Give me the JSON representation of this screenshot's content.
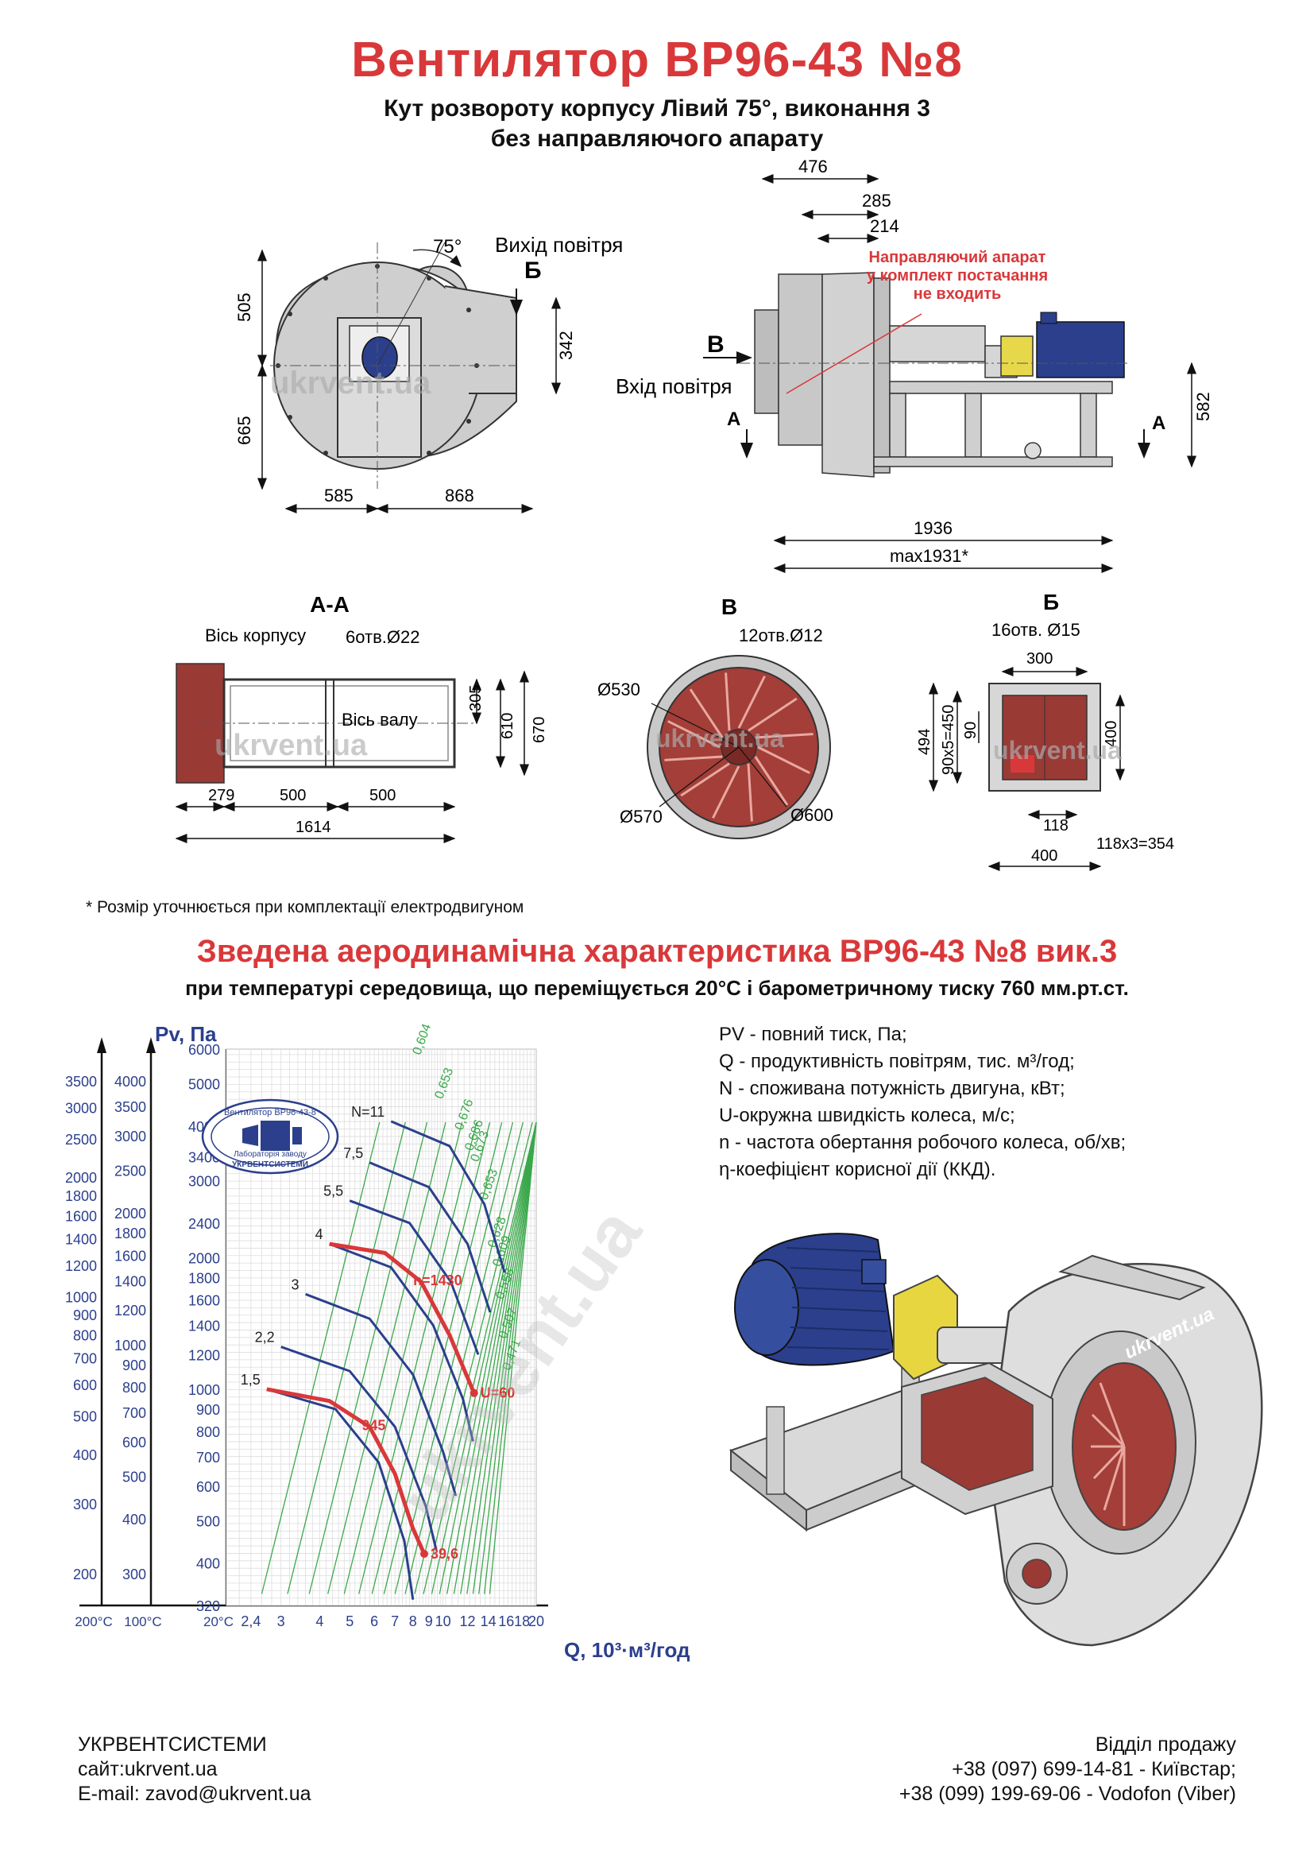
{
  "header": {
    "title": "Вентилятор  ВР96-43 №8",
    "subtitle1": "Кут розвороту корпусу Лівий 75°, виконання 3",
    "subtitle2": "без направляючого апарату"
  },
  "views": {
    "front": {
      "angle": "75°",
      "outlet": "Вихід повітря",
      "outlet_mark": "Б",
      "dims": [
        "505",
        "665",
        "342",
        "585",
        "868"
      ]
    },
    "side": {
      "dims": [
        "476",
        "285",
        "214",
        "582",
        "1936",
        "max1931*"
      ],
      "note_line1": "Направляючий апарат",
      "note_line2": "у комплект постачання",
      "note_line3": "не входить",
      "inlet": "Вхід повітря",
      "mark_b": "В",
      "mark_a": "А"
    },
    "section_aa": {
      "title": "А-А",
      "axis_case": "Вісь корпусу",
      "axis_shaft": "Вісь валу",
      "holes": "6отв.Ø22",
      "dims": [
        "305",
        "610",
        "670",
        "279",
        "500",
        "500",
        "1614"
      ]
    },
    "section_v": {
      "title": "В",
      "holes": "12отв.Ø12",
      "dims": [
        "Ø530",
        "Ø570",
        "Ø600"
      ]
    },
    "section_b": {
      "title": "Б",
      "holes": "16отв. Ø15",
      "dims": [
        "300",
        "494",
        "90x5=450",
        "90",
        "400",
        "118",
        "118x3=354",
        "400"
      ]
    },
    "watermark": "ukrvent.ua"
  },
  "footnote": "* Розмір уточнюється при комплектації електродвигуном",
  "characteristic": {
    "title": "Зведена аеродинамічна характеристика ВР96-43 №8 вик.3",
    "subtitle": "при температурі середовища, що переміщується 20°С і барометричному тиску 760 мм.рт.ст."
  },
  "legend": [
    "PV - повний тиск, Па;",
    "Q - продуктивність повітрям, тис. м³/год;",
    "N - споживана потужність двигуна, кВт;",
    "U-окружна швидкість колеса, м/с;",
    "n - частота обертання робочого колеса, об/хв;",
    "η-коефіцієнт корисної дії (ККД)."
  ],
  "chart_data": {
    "type": "line",
    "title": "",
    "ylabel": "Pv, Па",
    "xlabel": "Q, 10³·м³/год",
    "x_scale": "log",
    "y_scale": "log",
    "xlim": [
      2,
      20
    ],
    "ylim": [
      320,
      6000
    ],
    "x_ticks": [
      "20°C",
      "2,4",
      "3",
      "4",
      "5",
      "6",
      "7",
      "8",
      "9",
      "10",
      "12",
      "14",
      "16",
      "18",
      "20"
    ],
    "x_tick_values": [
      2,
      2.4,
      3,
      4,
      5,
      6,
      7,
      8,
      9,
      10,
      12,
      14,
      16,
      18,
      20
    ],
    "temperature_labels": [
      "200°C",
      "100°C",
      "20°C"
    ],
    "y_ticks_20C": [
      "6000",
      "5000",
      "4000",
      "3400",
      "3000",
      "2400",
      "2000",
      "1800",
      "1600",
      "1400",
      "1200",
      "1000",
      "900",
      "800",
      "700",
      "600",
      "500",
      "400",
      "320"
    ],
    "y_ticks_20C_values": [
      6000,
      5000,
      4000,
      3400,
      3000,
      2400,
      2000,
      1800,
      1600,
      1400,
      1200,
      1000,
      900,
      800,
      700,
      600,
      500,
      400,
      320
    ],
    "y_ticks_100C": [
      "4000",
      "3500",
      "3000",
      "2500",
      "2000",
      "1800",
      "1600",
      "1400",
      "1200",
      "1000",
      "900",
      "800",
      "700",
      "600",
      "500",
      "400",
      "300"
    ],
    "y_ticks_100C_values": [
      4000,
      3500,
      3000,
      2500,
      2000,
      1800,
      1600,
      1400,
      1200,
      1000,
      900,
      800,
      700,
      600,
      500,
      400,
      300
    ],
    "y_ticks_200C": [
      "3500",
      "3000",
      "2500",
      "2000",
      "1800",
      "1600",
      "1400",
      "1200",
      "1000",
      "900",
      "800",
      "700",
      "600",
      "500",
      "400",
      "300",
      "200"
    ],
    "y_ticks_200C_values": [
      3500,
      3000,
      2500,
      2000,
      1800,
      1600,
      1400,
      1200,
      1000,
      900,
      800,
      700,
      600,
      500,
      400,
      300,
      200
    ],
    "pressure_curves": [
      {
        "name": "1,5",
        "points": [
          [
            2.7,
            1000
          ],
          [
            4.5,
            900
          ],
          [
            6.2,
            680
          ],
          [
            7.5,
            450
          ],
          [
            8,
            330
          ]
        ]
      },
      {
        "name": "2,2",
        "points": [
          [
            3.0,
            1250
          ],
          [
            5.0,
            1100
          ],
          [
            7.0,
            820
          ],
          [
            8.8,
            540
          ],
          [
            9.5,
            430
          ]
        ]
      },
      {
        "name": "3",
        "points": [
          [
            3.6,
            1650
          ],
          [
            5.8,
            1450
          ],
          [
            8.0,
            1080
          ],
          [
            10.0,
            720
          ],
          [
            11.0,
            570
          ]
        ]
      },
      {
        "name": "4",
        "points": [
          [
            4.3,
            2150
          ],
          [
            6.8,
            1900
          ],
          [
            9.3,
            1400
          ],
          [
            11.6,
            950
          ],
          [
            12.5,
            760
          ]
        ]
      },
      {
        "name": "5,5",
        "points": [
          [
            5.0,
            2700
          ],
          [
            7.8,
            2400
          ],
          [
            10.6,
            1760
          ],
          [
            13.0,
            1200
          ]
        ]
      },
      {
        "name": "7,5",
        "points": [
          [
            5.8,
            3300
          ],
          [
            9.0,
            2900
          ],
          [
            12.0,
            2150
          ],
          [
            14.2,
            1500
          ]
        ]
      },
      {
        "name": "N=11",
        "points": [
          [
            6.8,
            4100
          ],
          [
            10.5,
            3600
          ],
          [
            13.6,
            2650
          ],
          [
            15.8,
            1850
          ]
        ]
      }
    ],
    "speed_curves": [
      {
        "name": "n=1430",
        "points": [
          [
            4.3,
            2150
          ],
          [
            6.5,
            2050
          ],
          [
            8.5,
            1760
          ],
          [
            10.5,
            1330
          ],
          [
            12.6,
            980
          ]
        ]
      },
      {
        "name": "945",
        "points": [
          [
            2.7,
            1000
          ],
          [
            4.3,
            940
          ],
          [
            5.8,
            820
          ],
          [
            7.0,
            640
          ],
          [
            8.0,
            480
          ],
          [
            8.7,
            420
          ]
        ]
      }
    ],
    "velocity_labels": [
      "U=60",
      "39,6"
    ],
    "efficiency_labels": [
      "0,604",
      "0,653",
      "0,676",
      "0,686",
      "0,673",
      "0,653",
      "0,628",
      "0,609",
      "0,558",
      "0,507",
      "0,471"
    ],
    "badge_lines": [
      "Вентилятор ВР96-43-8",
      "Лабораторія заводу",
      "УКРВЕНТСИСТЕМИ"
    ]
  },
  "contacts": {
    "company": "УКРВЕНТСИСТЕМИ",
    "site": "сайт:ukrvent.ua",
    "email": "E-mail: zavod@ukrvent.ua",
    "sales": "Відділ продажу",
    "phone1": "+38 (097) 699-14-81 - Київстар;",
    "phone2": "+38 (099) 199-69-06 - Vodofon (Viber)"
  },
  "colors": {
    "title_red": "#d9383a",
    "curve_blue": "#2b3f8c",
    "curve_red": "#d9383a",
    "grid_green": "#3aa84a",
    "drawing_fill": "#c9c9c9",
    "casing_red": "#9a3a35"
  }
}
